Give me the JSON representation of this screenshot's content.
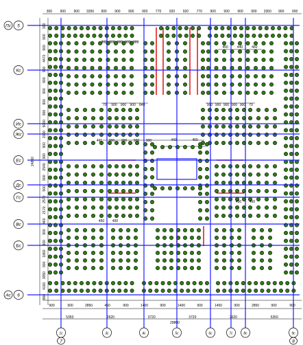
{
  "colors": {
    "background": "#ffffff",
    "grid_line": "#1a1aff",
    "pile_fill": "#2e7d12",
    "pile_outline": "#0a0a0a",
    "wall_red": "#e02020",
    "dim_line": "#000000"
  },
  "axes": {
    "rows": [
      {
        "label": "5",
        "mark": "Пс"
      },
      {
        "label": "Кс"
      },
      {
        "label": "Ис"
      },
      {
        "label": "Жс"
      },
      {
        "label": "Ес"
      },
      {
        "label": "Дс"
      },
      {
        "label": "Гс"
      },
      {
        "label": "Вс"
      },
      {
        "label": "Бс"
      },
      {
        "label": "6",
        "mark": "Ас"
      }
    ],
    "columns": [
      {
        "label": "1с",
        "mark": "7"
      },
      {
        "label": "3с"
      },
      {
        "label": "4с"
      },
      {
        "label": "5с"
      },
      {
        "label": "6с"
      },
      {
        "label": "7с"
      },
      {
        "label": "8с"
      },
      {
        "label": "9с",
        "mark": "8"
      }
    ]
  },
  "dimensions": {
    "top_chain": [
      "300",
      "900",
      "900",
      "3350",
      "900",
      "900",
      "900",
      "900",
      "770",
      "920",
      "920",
      "770",
      "900",
      "900",
      "900",
      "900",
      "3350",
      "900",
      "900"
    ],
    "top_inner_a": [
      "900",
      "900",
      "900",
      "900",
      "900"
    ],
    "top_inner_b": [
      "450",
      "440",
      "460"
    ],
    "mid_chain_left": [
      "70",
      "900",
      "900",
      "900",
      "840"
    ],
    "mid_chain_right": [
      "900",
      "900",
      "900",
      "900",
      "900",
      "70"
    ],
    "center_a": [
      "460",
      "900",
      "900",
      "900",
      "900"
    ],
    "center_b": [
      "440",
      "460"
    ],
    "bottom_chain_1": [
      "900",
      "900",
      "2850",
      "450",
      "900",
      "1400",
      "900",
      "1400",
      "900",
      "1450",
      "900",
      "2850",
      "900",
      "900"
    ],
    "bottom_chain_2": [
      "5350",
      "2620",
      "3720",
      "3720",
      "2620",
      "5350"
    ],
    "bottom_total": "28800",
    "left_chain": [
      "300",
      "900",
      "900",
      "4470",
      "900",
      "900",
      "900",
      "900",
      "900",
      "5000",
      "2000",
      "900",
      "900",
      "2540",
      "900",
      "900",
      "2570",
      "2170",
      "460",
      "900",
      "900",
      "1860",
      "900",
      "3050",
      "4160",
      "860"
    ],
    "left_total": "24800",
    "bubble_small": [
      "450",
      "450",
      "450",
      "450"
    ]
  }
}
